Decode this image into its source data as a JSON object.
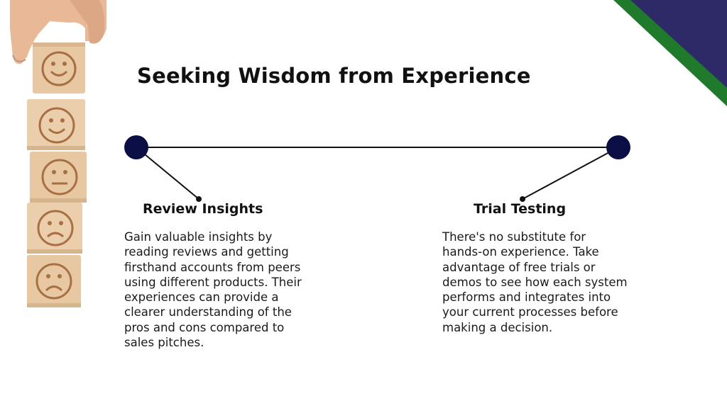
{
  "title": "Seeking Wisdom from Experience",
  "colors": {
    "navy": "#0c0f45",
    "corner_purple": "#2e2a68",
    "corner_green": "#1f7a2c",
    "block_wood": "#e7c8a3",
    "block_engraving": "#a86f42"
  },
  "illustration": {
    "description_icon": "hand-stacking-smiley-blocks-icon",
    "blocks": [
      "happy",
      "happy",
      "neutral",
      "sad",
      "sad"
    ]
  },
  "points": [
    {
      "heading": "Review Insights",
      "body": "Gain valuable insights by reading reviews and getting firsthand accounts from peers using different products. Their experiences can provide a clearer understanding of the pros and cons compared to sales pitches."
    },
    {
      "heading": "Trial Testing",
      "body": "There's no substitute for hands-on experience. Take advantage of free trials or demos to see how each system performs and integrates into your current processes before making a decision."
    }
  ]
}
